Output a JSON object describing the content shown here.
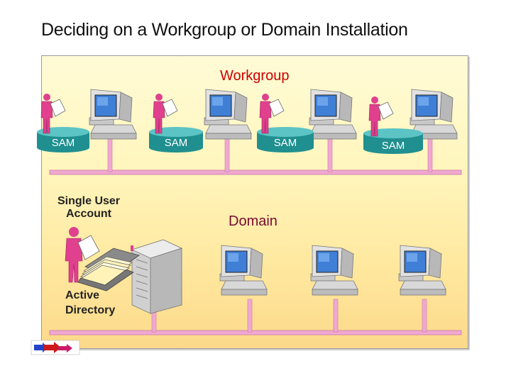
{
  "title": "Deciding on a Workgroup or Domain Installation",
  "workgroup": {
    "label": "Workgroup",
    "sam_labels": [
      "SAM",
      "SAM",
      "SAM",
      "SAM"
    ]
  },
  "single_user_account": {
    "label": "Single User Account"
  },
  "domain": {
    "label": "Domain"
  },
  "active_directory": {
    "label": "Active Directory"
  },
  "colors": {
    "network_cable": "#f0a8d0",
    "sam_disk": "#30a6a6",
    "user_figure": "#e0408e",
    "workgroup_label": "#cc0000",
    "domain_label": "#7a0a30"
  },
  "icons": [
    "user-icon",
    "computer-icon",
    "sam-database-icon",
    "server-icon",
    "folder-icon",
    "navigation-arrows-icon"
  ]
}
